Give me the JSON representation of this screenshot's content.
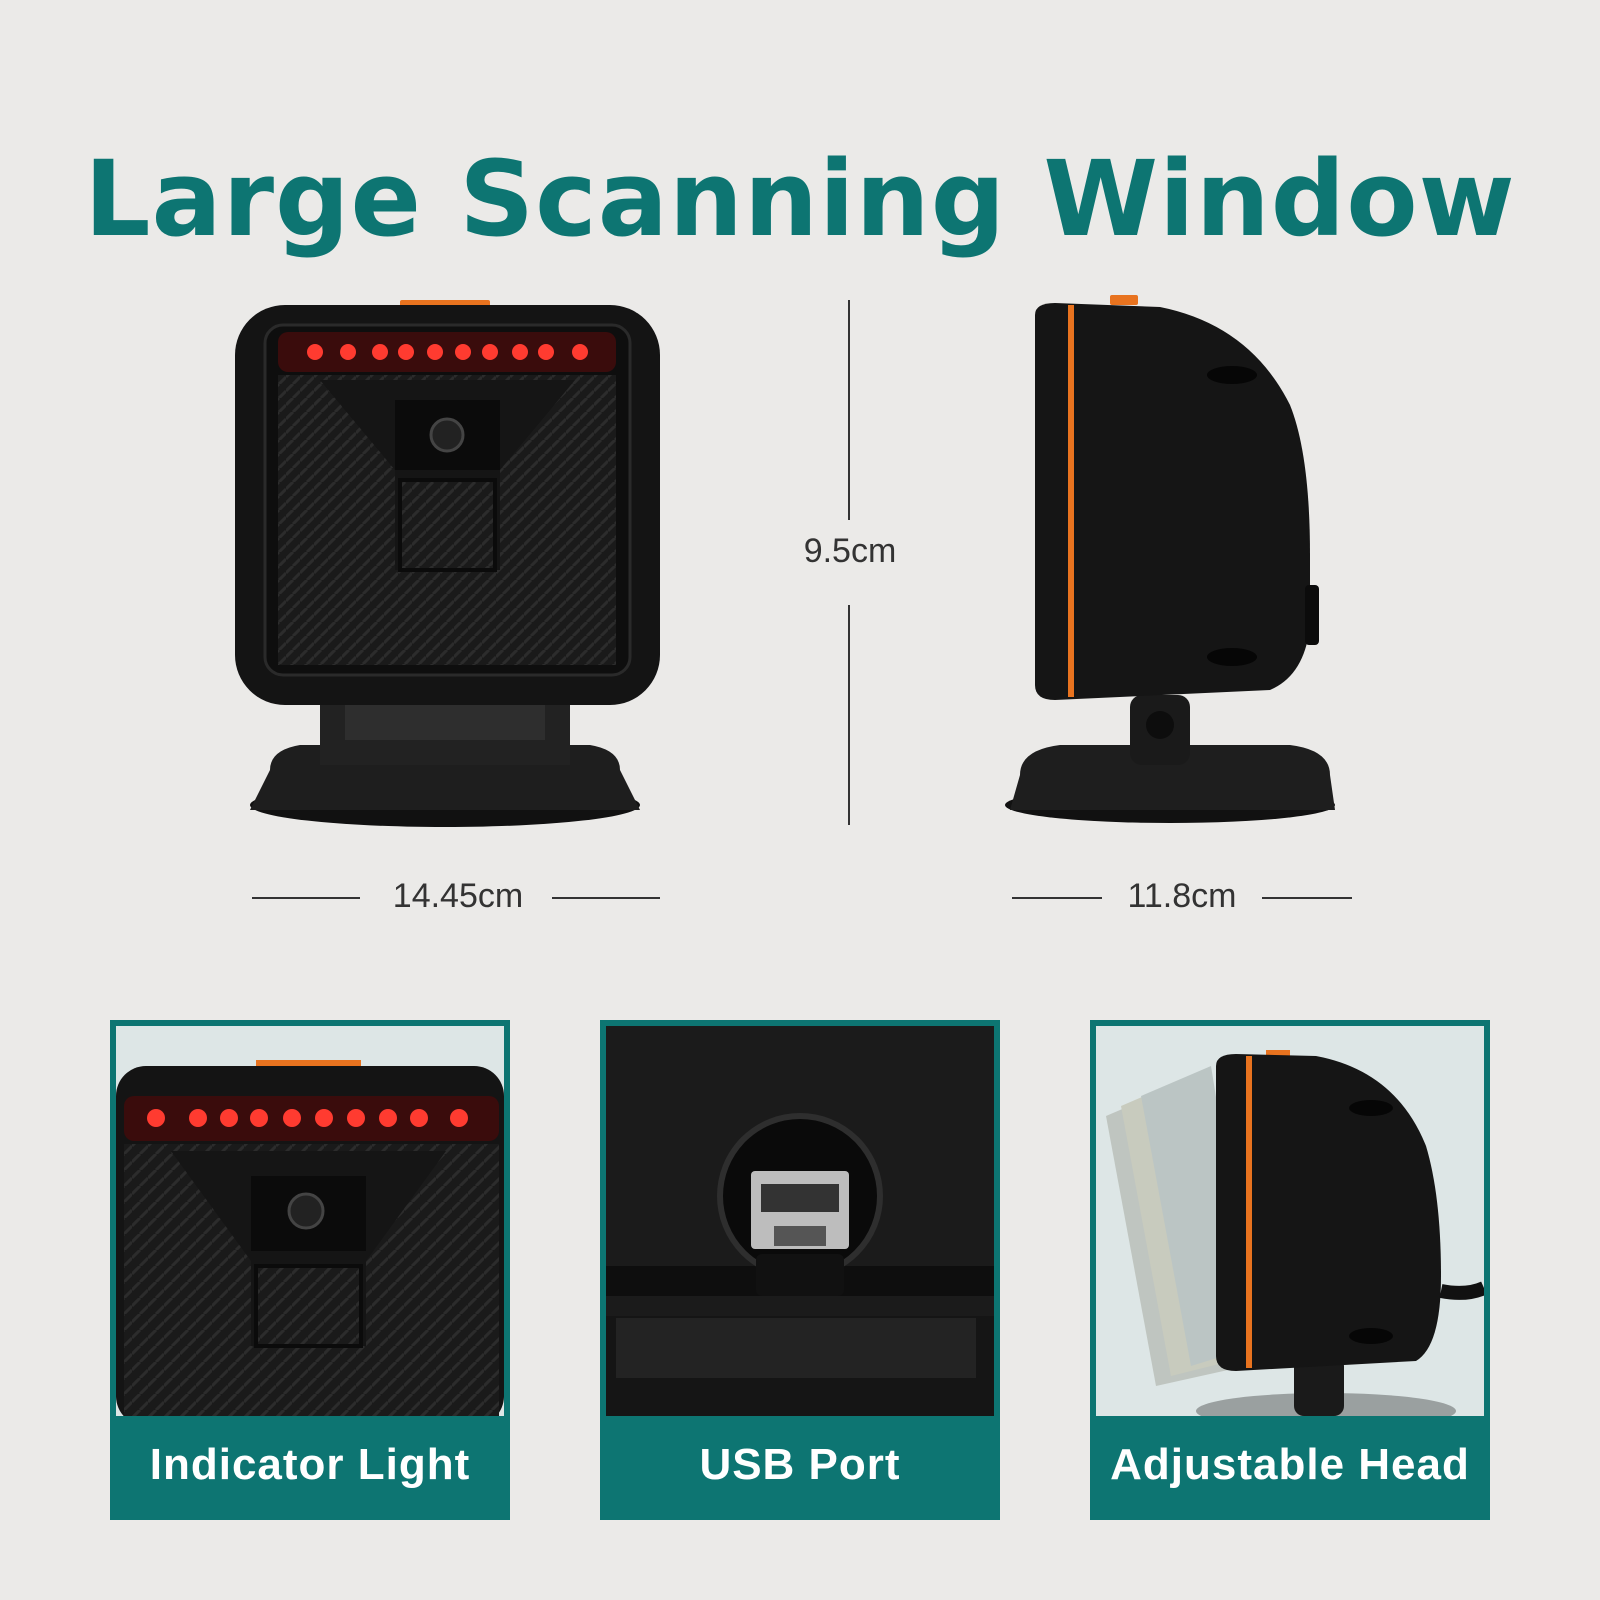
{
  "heading": "Large Scanning Window",
  "dimensions": {
    "height": "9.5cm",
    "width_front": "14.45cm",
    "depth_side": "11.8cm"
  },
  "features": [
    {
      "label": "Indicator Light"
    },
    {
      "label": "USB Port"
    },
    {
      "label": "Adjustable Head"
    }
  ],
  "colors": {
    "brand_teal": "#0d7572",
    "accent_orange": "#e8731f",
    "led_red": "#ff3b30",
    "body_black": "#141414"
  }
}
